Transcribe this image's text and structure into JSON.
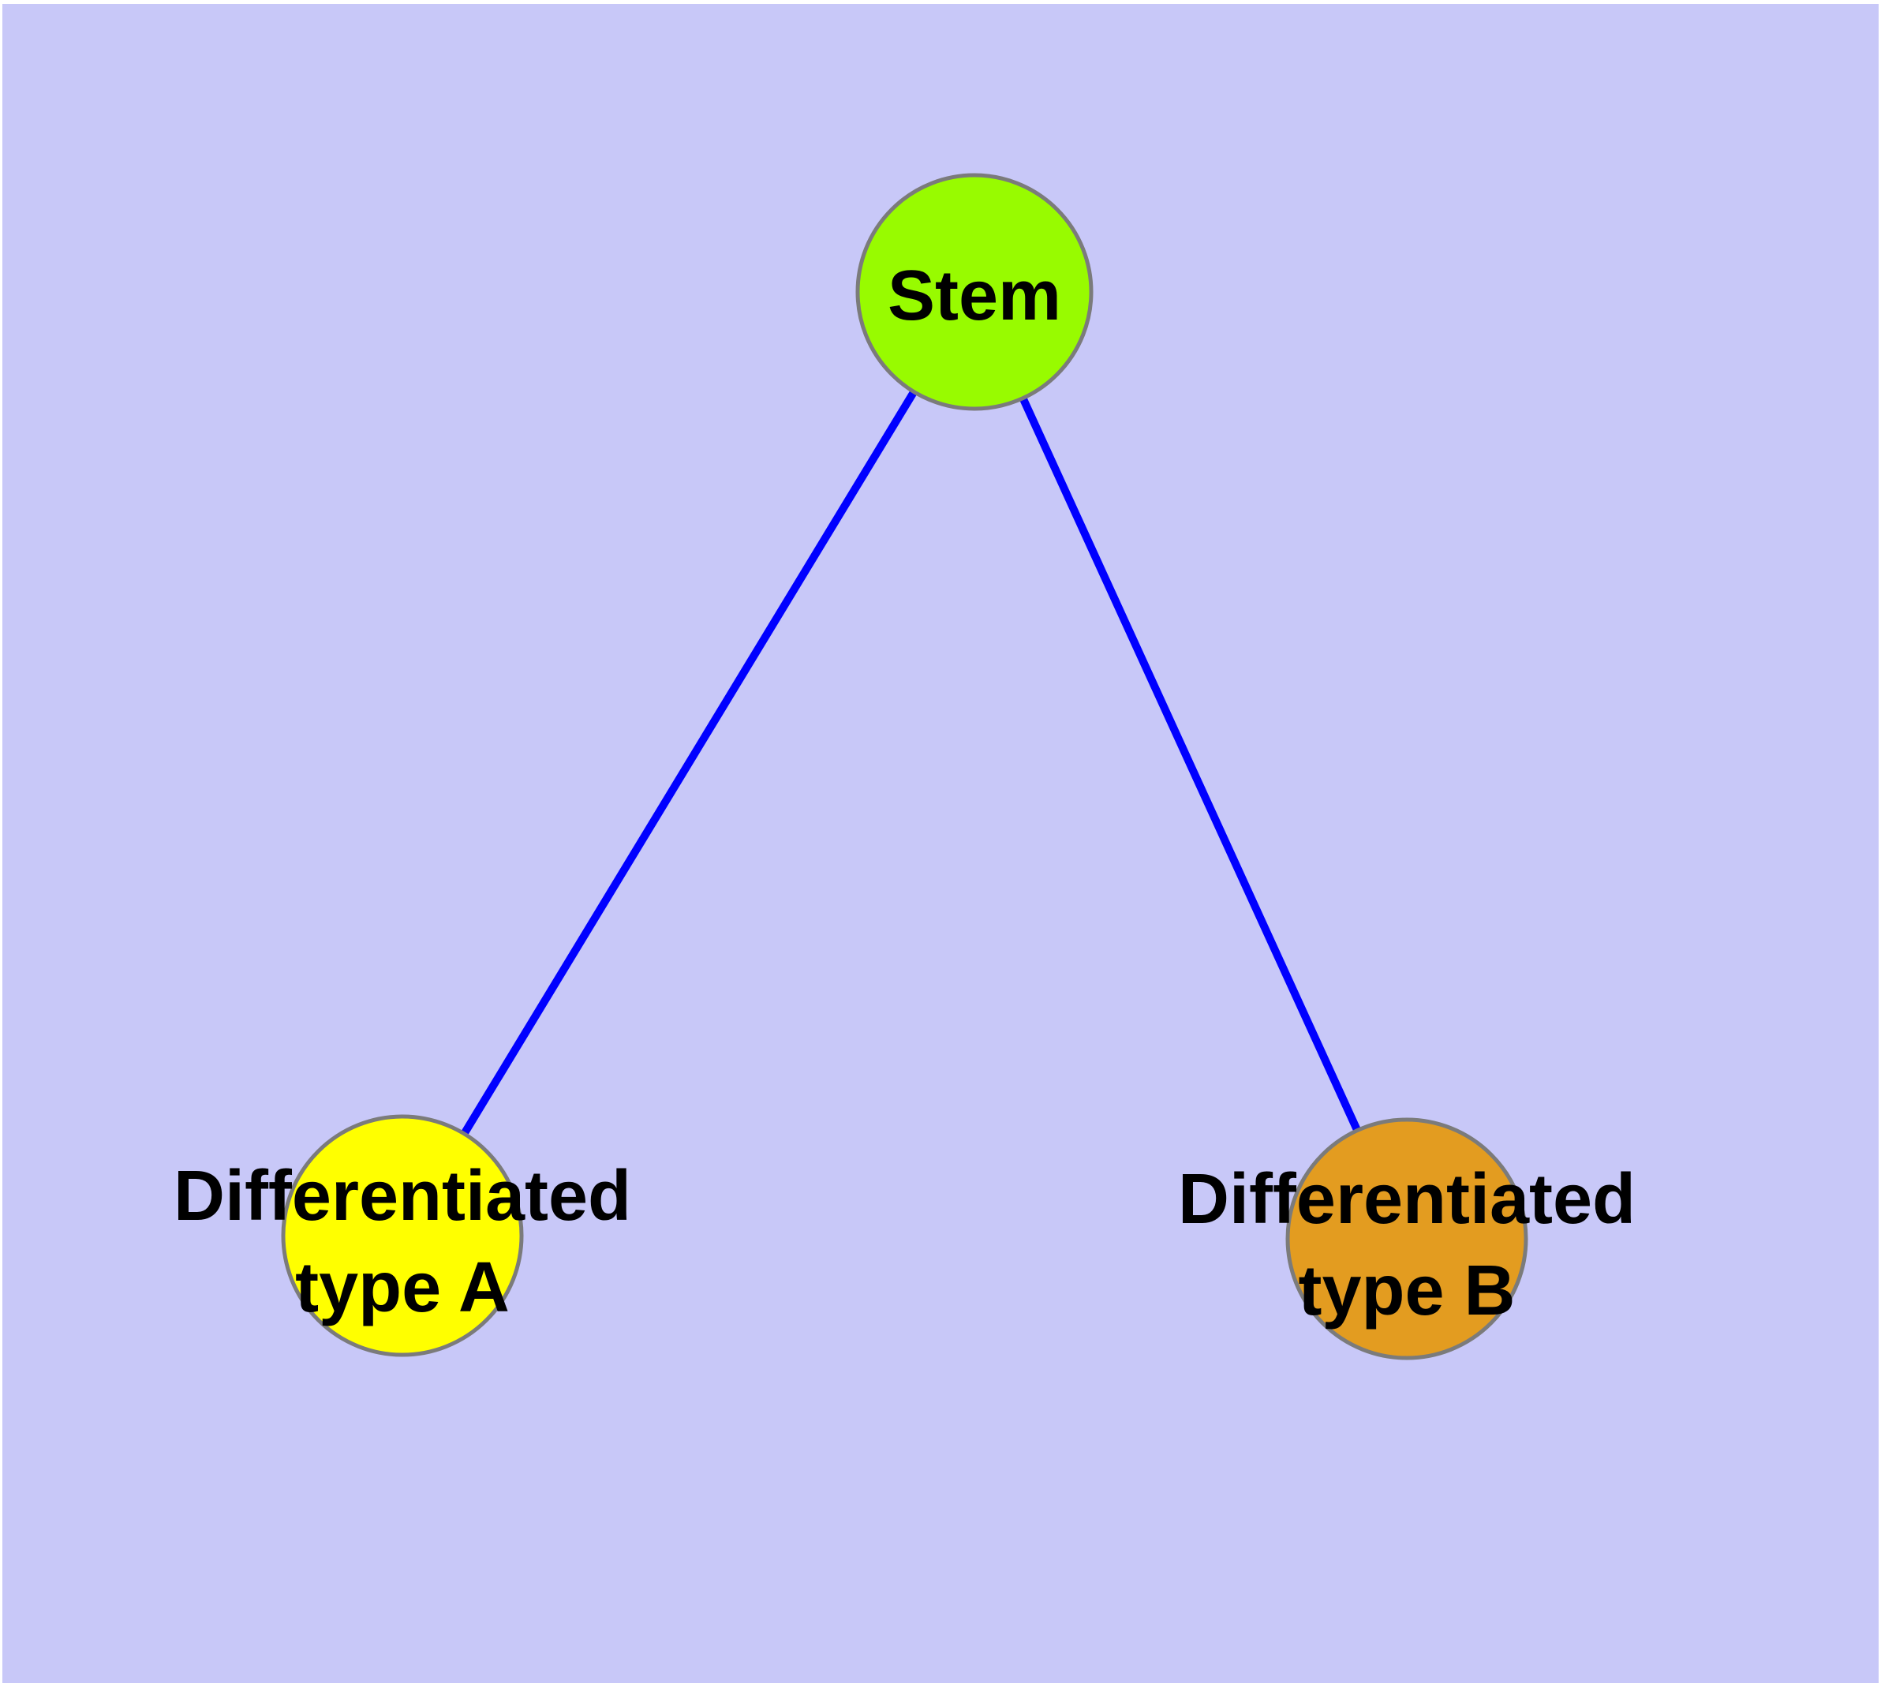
{
  "figure": {
    "type": "node-link-diagram",
    "background_color": "#C8C8F8",
    "frame_color": "#FFFFFF",
    "edge_color": "#0000FF",
    "node_border_color": "#7B7B7B",
    "label_color": "#000000",
    "nodes": [
      {
        "id": "stem",
        "label": "Stem",
        "lines": [
          "Stem"
        ],
        "color": "#98FB00"
      },
      {
        "id": "differentiated-type-a",
        "label": "Differentiated type A",
        "lines": [
          "Differentiated",
          "type A"
        ],
        "color": "#FFFF00"
      },
      {
        "id": "differentiated-type-b",
        "label": "Differentiated type B",
        "lines": [
          "Differentiated",
          "type B"
        ],
        "color": "#E39C20"
      }
    ],
    "edges": [
      {
        "from": "Stem",
        "to": "Differentiated type A"
      },
      {
        "from": "Stem",
        "to": "Differentiated type B"
      }
    ]
  }
}
